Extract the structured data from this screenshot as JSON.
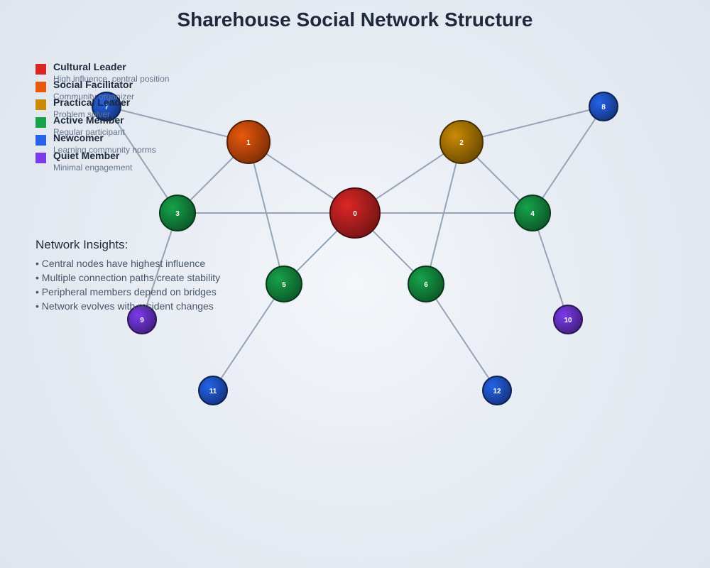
{
  "title": "Sharehouse Social Network Structure",
  "legend": [
    {
      "label": "Cultural Leader",
      "desc": "High influence, central position",
      "color": "#dc2626"
    },
    {
      "label": "Social Facilitator",
      "desc": "Community organizer",
      "color": "#ea580c"
    },
    {
      "label": "Practical Leader",
      "desc": "Problem solver",
      "color": "#ca8a04"
    },
    {
      "label": "Active Member",
      "desc": "Regular participant",
      "color": "#16a34a"
    },
    {
      "label": "Newcomer",
      "desc": "Learning community norms",
      "color": "#2563eb"
    },
    {
      "label": "Quiet Member",
      "desc": "Minimal engagement",
      "color": "#7c3aed"
    }
  ],
  "insights": {
    "heading": "Network Insights:",
    "items": [
      "• Central nodes have highest influence",
      "• Multiple connection paths create stability",
      "• Peripheral members depend on bridges",
      "• Network evolves with resident changes"
    ]
  },
  "network": {
    "nodes": [
      {
        "id": "0",
        "role": "Cultural Leader"
      },
      {
        "id": "1",
        "role": "Social Facilitator"
      },
      {
        "id": "2",
        "role": "Practical Leader"
      },
      {
        "id": "3",
        "role": "Active Member"
      },
      {
        "id": "4",
        "role": "Active Member"
      },
      {
        "id": "5",
        "role": "Active Member"
      },
      {
        "id": "6",
        "role": "Active Member"
      },
      {
        "id": "7",
        "role": "Newcomer"
      },
      {
        "id": "8",
        "role": "Newcomer"
      },
      {
        "id": "9",
        "role": "Quiet Member"
      },
      {
        "id": "10",
        "role": "Quiet Member"
      },
      {
        "id": "11",
        "role": "Newcomer"
      },
      {
        "id": "12",
        "role": "Newcomer"
      }
    ],
    "edges": [
      [
        "0",
        "1"
      ],
      [
        "0",
        "2"
      ],
      [
        "0",
        "3"
      ],
      [
        "0",
        "4"
      ],
      [
        "0",
        "5"
      ],
      [
        "0",
        "6"
      ],
      [
        "1",
        "3"
      ],
      [
        "1",
        "5"
      ],
      [
        "1",
        "7"
      ],
      [
        "2",
        "4"
      ],
      [
        "2",
        "6"
      ],
      [
        "2",
        "8"
      ],
      [
        "3",
        "7"
      ],
      [
        "3",
        "9"
      ],
      [
        "4",
        "8"
      ],
      [
        "4",
        "10"
      ],
      [
        "5",
        "11"
      ],
      [
        "6",
        "12"
      ]
    ]
  }
}
